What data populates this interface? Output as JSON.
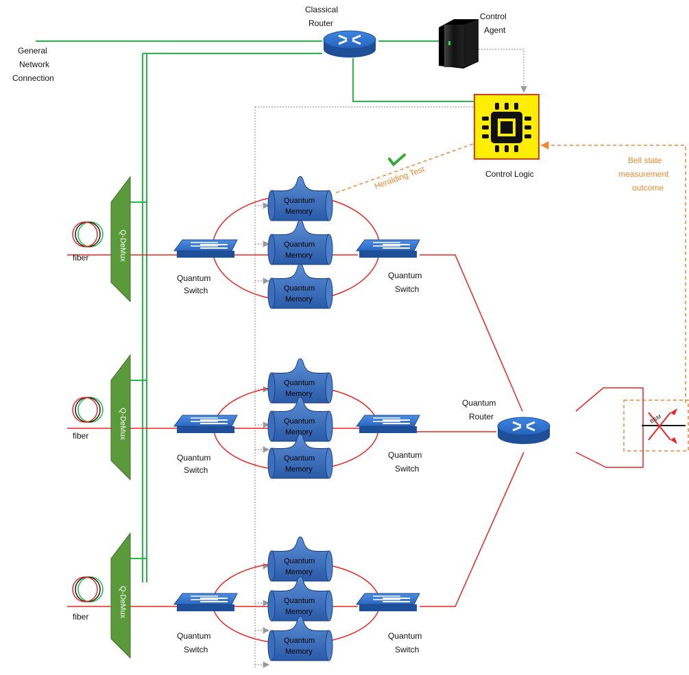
{
  "labels": {
    "classical_router": [
      "Classical",
      "Router"
    ],
    "control_agent": [
      "Control",
      "Agent"
    ],
    "general_network": [
      "General",
      "Network",
      "Connection"
    ],
    "control_logic": "Control Logic",
    "heralding_test": "Heralding Test",
    "bsm_outcome": [
      "Bell state",
      "measurement",
      "outcome"
    ],
    "quantum_router": [
      "Quantum",
      "Router"
    ],
    "quantum_switch": [
      "Quantum",
      "Switch"
    ],
    "quantum_memory": [
      "Quantum",
      "Memory"
    ],
    "fiber": "fiber",
    "demux": "Q-DeMux",
    "bsm": "BSM"
  },
  "colors": {
    "classical_link": "#22bb44",
    "quantum_link": "#ee2222",
    "control_dotted": "#999999",
    "orange_dashed": "#ee8833",
    "demux_fill": "#5a9a3a",
    "device_blue": "#2f6fc4",
    "chip_fill": "#ffee00"
  },
  "icons": {
    "router": "router-icon",
    "server": "server-icon",
    "chip": "chip-icon",
    "switch": "switch-icon",
    "memory": "quantum-memory-icon",
    "fiber": "fiber-coil-icon",
    "check": "checkmark-icon",
    "bsm": "beam-splitter-icon"
  }
}
